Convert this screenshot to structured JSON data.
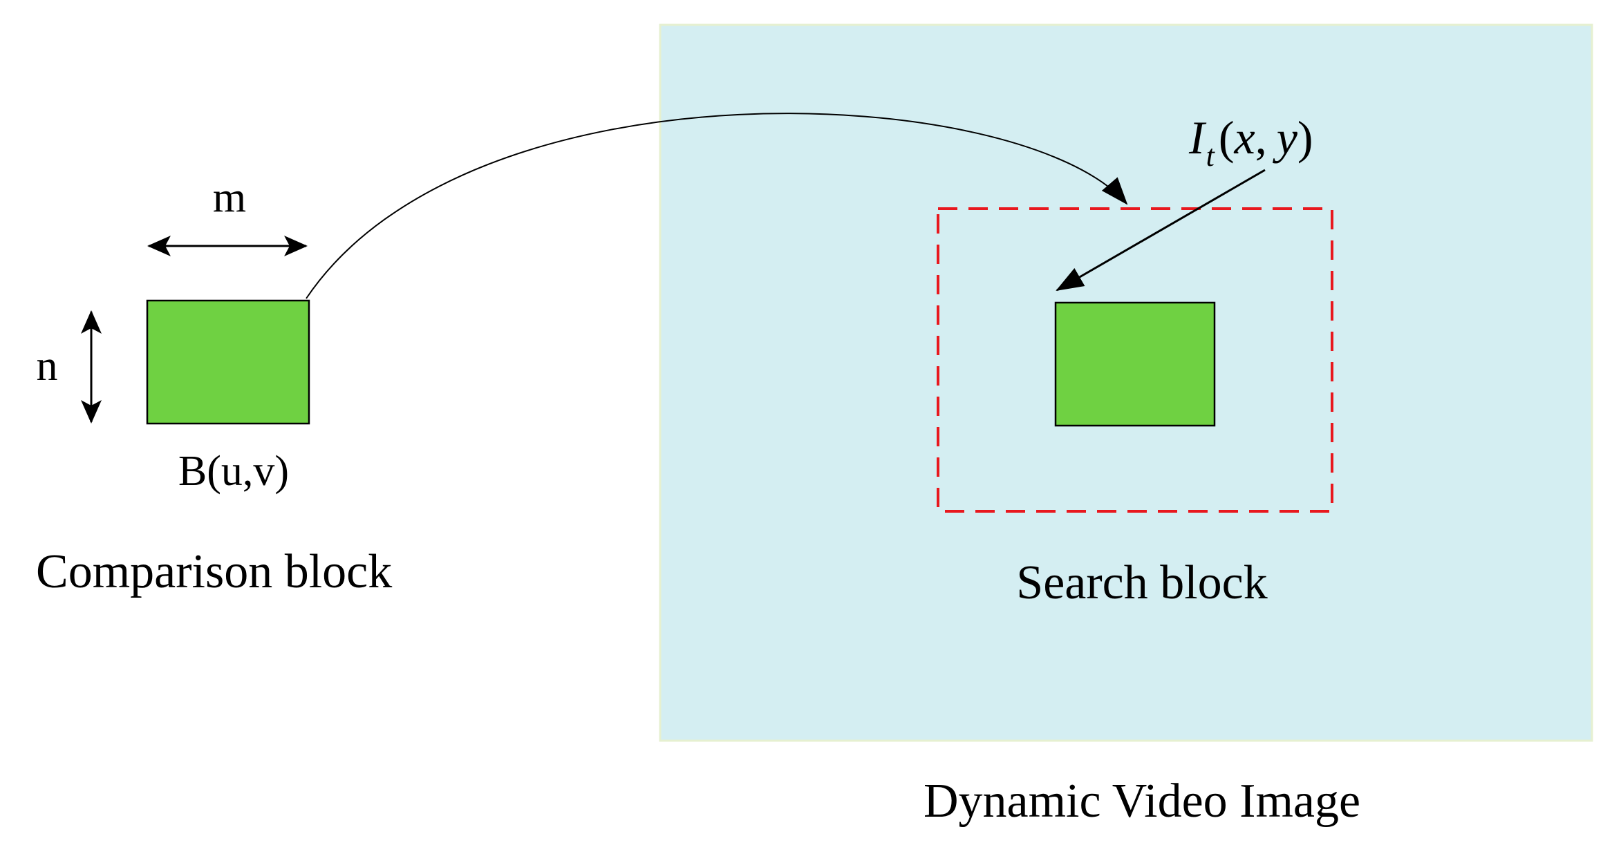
{
  "labels": {
    "width_symbol": "m",
    "height_symbol": "n",
    "block_name": "B(u,v)",
    "comparison_caption": "Comparison block",
    "search_caption": "Search block",
    "image_caption": "Dynamic Video Image",
    "intensity": {
      "base": "I",
      "sub": "t",
      "open": "(",
      "x": "x",
      "comma": ",",
      "y": "y",
      "close": ")"
    }
  },
  "colors": {
    "image_fill": "#d4eef2",
    "image_border": "#e6f0d0",
    "block_fill": "#6fd142",
    "block_stroke": "#000000",
    "search_stroke": "#e8181e",
    "line": "#000000"
  }
}
